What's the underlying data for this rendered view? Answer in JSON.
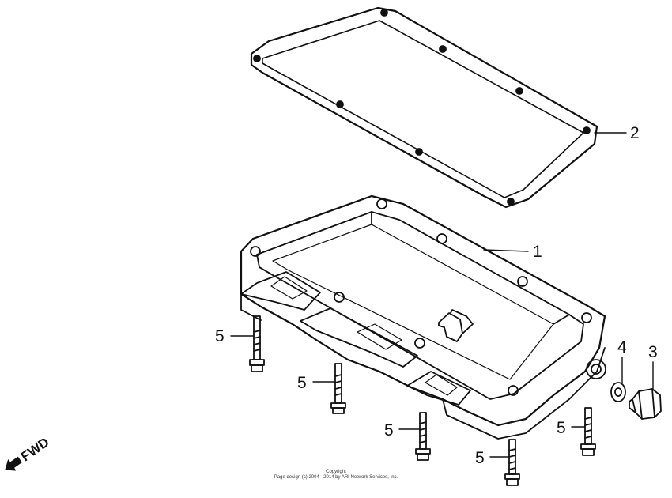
{
  "callouts": {
    "oil_pan": "1",
    "gasket": "2",
    "drain_bolt": "3",
    "washer": "4",
    "flange_bolts": [
      "5",
      "5",
      "5",
      "5",
      "5"
    ]
  },
  "direction_label": "FWD",
  "copyright": {
    "line1": "Copyright",
    "line2": "Page design (c) 2004 - 2014 by ARI Network Services, Inc."
  }
}
